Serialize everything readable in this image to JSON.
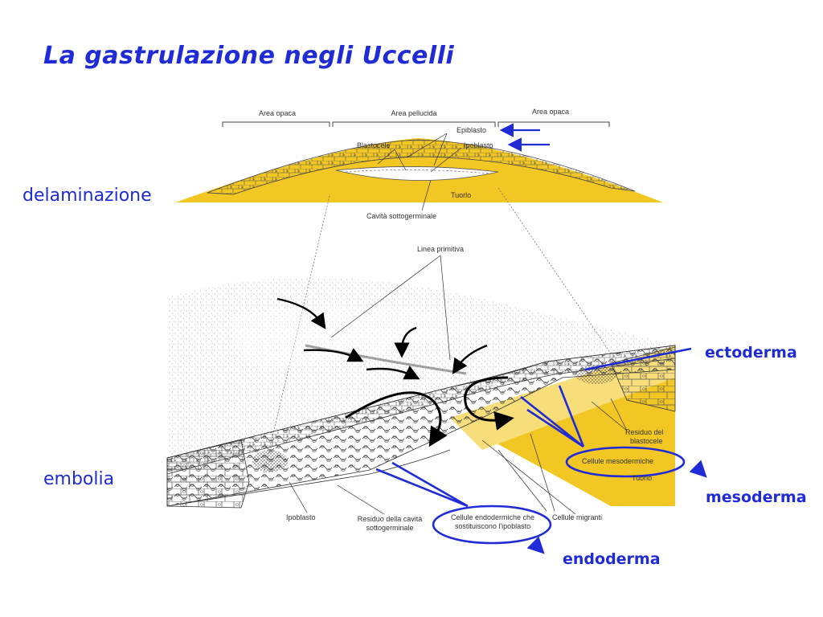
{
  "title": "La gastrulazione negli Uccelli",
  "side_labels": {
    "delaminazione": "delaminazione",
    "embolia": "embolia"
  },
  "germ_layers": {
    "ectoderma": "ectoderma",
    "mesoderma": "mesoderma",
    "endoderma": "endoderma"
  },
  "top_diagram": {
    "area_opaca_left": "Area opaca",
    "area_pellucida": "Area pellucida",
    "area_opaca_right": "Area opaca",
    "epiblasto": "Epiblasto",
    "blastocele": "Blastocele",
    "ipoblasto": "Ipoblasto",
    "tuorlo": "Tuorlo",
    "cavita": "Cavità sottogerminale"
  },
  "bottom_diagram": {
    "linea_primitiva": "Linea primitiva",
    "residuo_blastocele_1": "Residuo del",
    "residuo_blastocele_2": "blastocele",
    "cellule_mesodermiche": "Cellule mesodermiche",
    "tuorlo": "Tuorlo",
    "ipoblasto": "Ipoblasto",
    "residuo_cavita_1": "Residuo della cavità",
    "residuo_cavita_2": "sottogerminale",
    "cellule_endodermiche_1": "Cellule endodermiche che",
    "cellule_endodermiche_2": "sostituiscono l'ipoblasto",
    "cellule_migranti": "Cellule migranti"
  },
  "colors": {
    "accent": "#1f2bd6",
    "yolk": "#f2c623",
    "yolk_light": "#f8de7a"
  }
}
